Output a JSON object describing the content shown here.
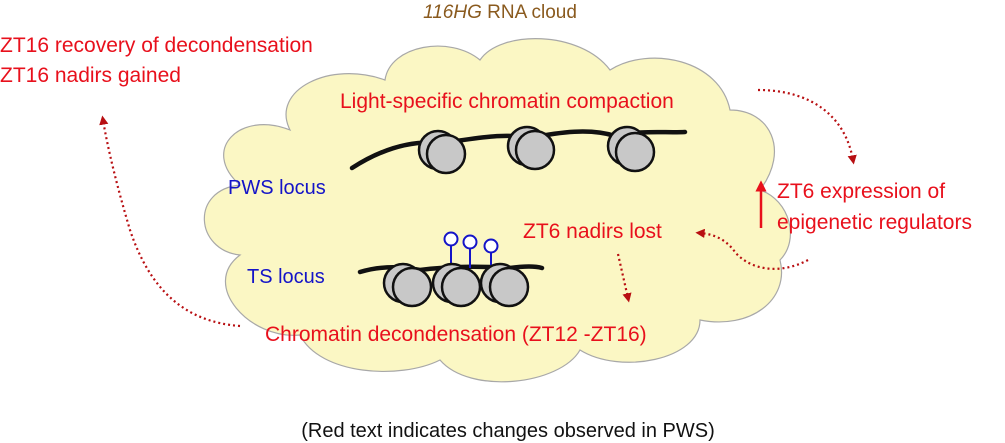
{
  "title": {
    "italic_part": "116HG",
    "rest": " RNA cloud"
  },
  "labels": {
    "recovery": "ZT16 recovery of decondensation",
    "nadirs_gained": "ZT16 nadirs gained",
    "compaction": "Light-specific chromatin compaction",
    "pws_locus": "PWS locus",
    "ts_locus": "TS locus",
    "nadirs_lost": "ZT6 nadirs lost",
    "expression_line1": "ZT6 expression of",
    "expression_line2": "epigenetic regulators",
    "decondensation": "Chromatin decondensation (ZT12 -ZT16)",
    "footnote": "(Red text indicates changes observed in PWS)"
  },
  "colors": {
    "red_text": "#e8101c",
    "blue_text": "#1414c8",
    "title_text": "#8a5a1e",
    "cloud_fill": "#fbf7c4",
    "cloud_stroke": "#a8a8a8",
    "arrow": "#b80f12",
    "nucleosome_fill": "#c8c8c8",
    "dna": "#111111"
  },
  "icons": {
    "nucleosome": "nucleosome-icon",
    "methyl_mark": "methyl-lollipop-icon"
  }
}
